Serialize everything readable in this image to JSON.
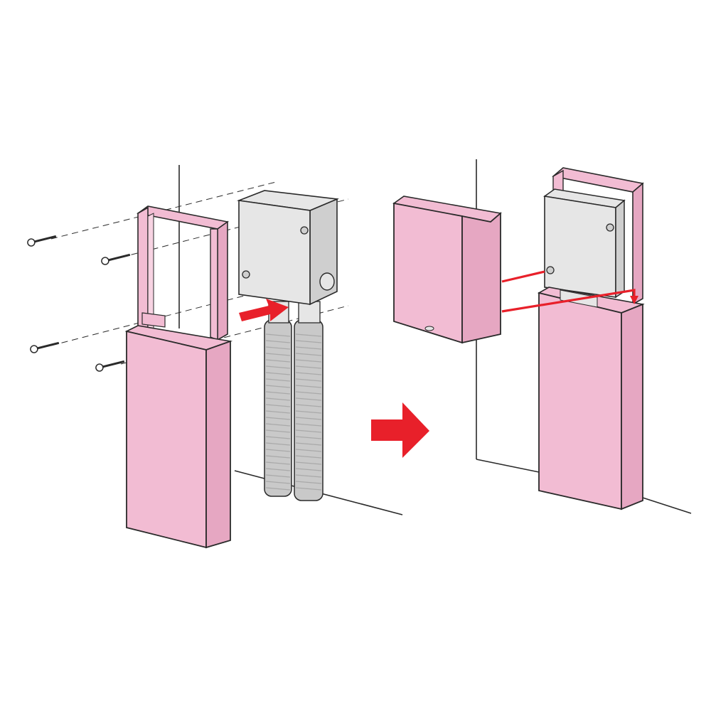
{
  "colors": {
    "background": "#ffffff",
    "outline": "#2a2a2a",
    "cover_pink": "#f2bcd3",
    "cover_pink_side": "#e6a7c2",
    "cover_pink_inner": "#f7d3e2",
    "box_gray": "#e6e6e6",
    "box_gray_side": "#cfcfcf",
    "hose_gray": "#c9c9c9",
    "hose_rib": "#a9a9a9",
    "accent_red": "#e8202a"
  },
  "icons": {
    "screw": "screw-icon",
    "arrow_next": "arrow-right-icon",
    "insert_arrow": "insert-arrow-icon",
    "slide_guide": "slide-guide-icon"
  },
  "steps": [
    {
      "name": "step-1-mount-frame-with-screws",
      "screw_count": 4
    },
    {
      "name": "step-2-attach-front-cover"
    }
  ]
}
